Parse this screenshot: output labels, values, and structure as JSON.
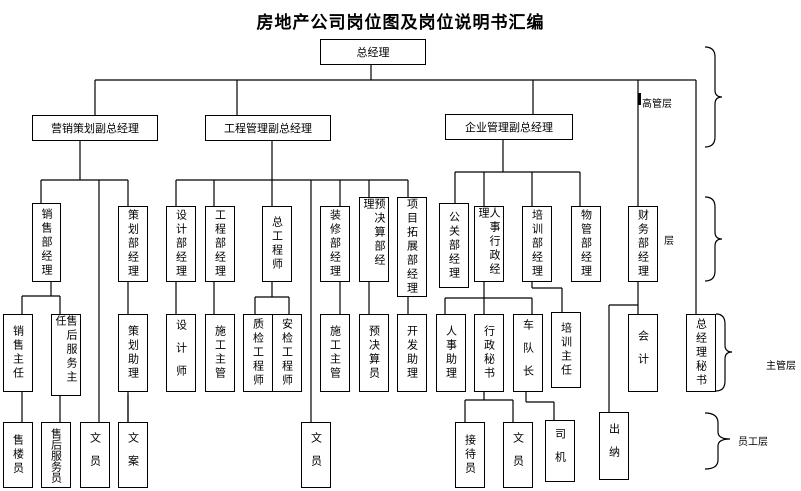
{
  "title": "房地产公司岗位图及岗位说明书汇编",
  "nodes": {
    "ceo": "总经理",
    "vp_marketing": "营销策划副总经理",
    "vp_engineering": "工程管理副总经理",
    "vp_enterprise": "企业管理副总经理",
    "sales_mgr": "销售部经理",
    "planning_mgr": "策划部经理",
    "design_mgr": "设计部经理",
    "eng_mgr": "工程部经理",
    "chief_engineer": "总工程师",
    "decor_mgr": "装修部经理",
    "budget_mgr": "预决算部经理",
    "projdev_mgr": "项目拓展部经理",
    "pr_mgr": "公关部经理",
    "hr_mgr": "人事行政经理",
    "training_mgr": "培训部经理",
    "property_mgr": "物管部经理",
    "finance_mgr": "财务部经理",
    "sales_supervisor": "销售主任",
    "aftersales_supervisor": "售后服务主任",
    "planning_asst": "策划助理",
    "designer": "设计师",
    "construction_supervisor": "施工主管",
    "qc_engineer": "质检工程师",
    "safety_engineer": "安检工程师",
    "decor_construction_supervisor": "施工主管",
    "budget_clerk": "预决算员",
    "dev_asst": "开发助理",
    "hr_asst": "人事助理",
    "admin_secretary": "行政秘书",
    "fleet_leader": "车队长",
    "training_supervisor": "培训主任",
    "accountant": "会计",
    "ceo_secretary": "总经理秘书",
    "salesperson": "售楼员",
    "aftersales_staff": "售后服务员",
    "clerk_marketing": "文员",
    "archivist": "文案",
    "clerk_engineering": "文员",
    "receptionist": "接待员",
    "clerk_admin": "文员",
    "driver": "司机",
    "cashier": "出纳"
  },
  "layers": {
    "senior": "高管层",
    "middle": "层",
    "supervisor": "主管层",
    "staff": "员工层"
  }
}
